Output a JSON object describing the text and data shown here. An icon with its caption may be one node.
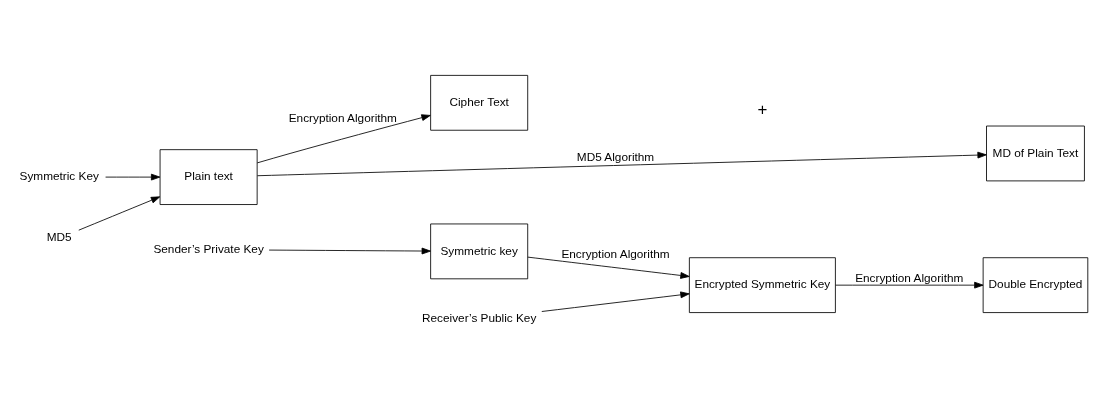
{
  "diagram": {
    "nodes": [
      {
        "text": [
          "Symmetric Key"
        ]
      },
      {
        "text": [
          "MD5"
        ]
      },
      {
        "text": [
          "Plain text"
        ]
      },
      {
        "text": [
          "Cipher Text"
        ]
      },
      {
        "text": [
          "MD of Plain Text"
        ]
      },
      {
        "text": [
          "Sender’s Private Key"
        ]
      },
      {
        "text": [
          "Symmetric key"
        ]
      },
      {
        "text": [
          "Encrypted Symmetric Key"
        ]
      },
      {
        "text": [
          "Double Encrypted"
        ]
      },
      {
        "text": [
          "Receiver’s Public Key"
        ]
      }
    ],
    "edges": [
      {
        "from": 0,
        "to": 2,
        "arrow": "to"
      },
      {
        "from": 1,
        "to": 2,
        "arrow": "to"
      },
      {
        "from": 2,
        "to": 3,
        "arrow": "to",
        "label": "Encryption Algorithm"
      },
      {
        "from": 2,
        "to": 4,
        "arrow": "to",
        "label": "MD5 Algorithm"
      },
      {
        "from": 5,
        "to": 6,
        "arrow": "to"
      },
      {
        "from": 6,
        "to": 7,
        "arrow": "to",
        "label": "Encryption Algorithm"
      },
      {
        "from": 7,
        "to": 8,
        "arrow": "to",
        "label": "Encryption Algorithm"
      },
      {
        "from": 9,
        "to": 7,
        "arrow": "to"
      }
    ],
    "labels": [
      "+"
    ]
  }
}
